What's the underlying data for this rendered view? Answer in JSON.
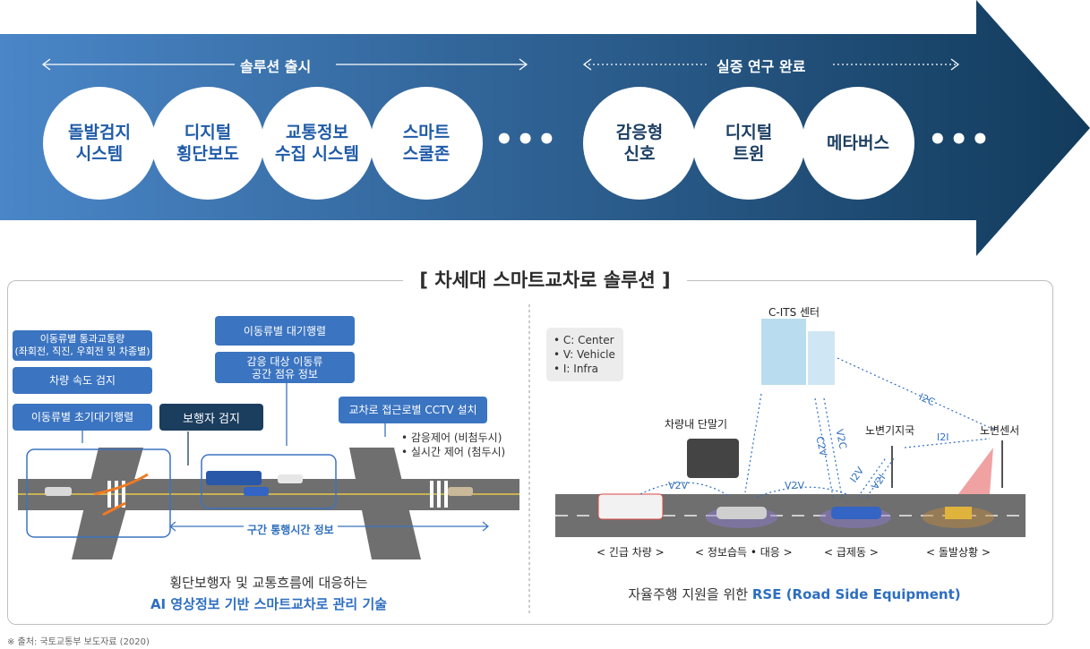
{
  "banner": {
    "left_group_label": "솔루션 출시",
    "right_group_label": "실증 연구 완료",
    "left_circles": [
      "돌발검지\n시스템",
      "디지털\n횡단보도",
      "교통정보\n수집 시스템",
      "스마트\n스쿨존"
    ],
    "right_circles": [
      "감응형\n신호",
      "디지털\n트윈",
      "메타버스"
    ],
    "more": "•••",
    "colors": {
      "start": "#4a86c8",
      "end": "#123b5c"
    }
  },
  "panel": {
    "title": "[ 차세대 스마트교차로 솔루션 ]",
    "left": {
      "box1": "이동류별 통과교통량\n(좌회전, 직진, 우회전 및 차종별)",
      "box2": "차량 속도 검지",
      "box3": "이동류별 초기대기행렬",
      "box4": "이동류별 대기행렬",
      "box5": "감응 대상 이동류\n공간 점유 정보",
      "box6": "보행자 검지",
      "box7": "교차로 접근로별 CCTV 설치",
      "bullet1": "• 감응제어 (비첨두시)",
      "bullet2": "• 실시간 제어 (첨두시)",
      "section_label": "구간 통행시간 정보",
      "caption1": "횡단보행자 및 교통흐름에 대응하는",
      "caption2": "AI 영상정보 기반 스마트교차로 관리 기술"
    },
    "right": {
      "legend": [
        "• C: Center",
        "• V: Vehicle",
        "• I: Infra"
      ],
      "center_label": "C-ITS 센터",
      "terminal_label": "차량내 단말기",
      "base_station_label": "노변기지국",
      "sensor_label": "노변센서",
      "links": [
        "V2V",
        "V2V",
        "C2V",
        "V2C",
        "I2V",
        "V2I",
        "I2I",
        "I2C"
      ],
      "scenes": [
        "< 긴급 차량 >",
        "< 정보습득 • 대응 >",
        "< 급제동 >",
        "< 돌발상황 >"
      ],
      "caption_prefix": "자율주행 지원을 위한 ",
      "caption_highlight": "RSE (Road Side Equipment)"
    }
  },
  "source": "※ 출처: 국토교통부 보도자료 (2020)"
}
